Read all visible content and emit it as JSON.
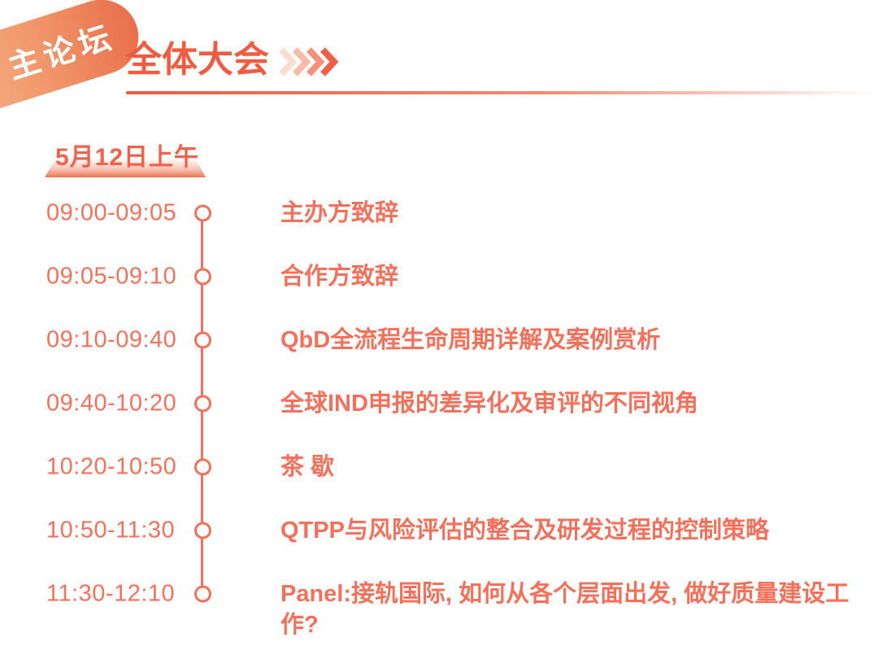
{
  "badge": {
    "label": "主论坛"
  },
  "header": {
    "title": "全体大会",
    "chevron_icon": "triple-chevron-right"
  },
  "section": {
    "date_label": "5月12日上午"
  },
  "schedule": [
    {
      "time": "09:00-09:05",
      "title": "主办方致辞"
    },
    {
      "time": "09:05-09:10",
      "title": "合作方致辞"
    },
    {
      "time": "09:10-09:40",
      "title": "QbD全流程生命周期详解及案例赏析"
    },
    {
      "time": "09:40-10:20",
      "title": "全球IND申报的差异化及审评的不同视角"
    },
    {
      "time": "10:20-10:50",
      "title": "茶 歇"
    },
    {
      "time": "10:50-11:30",
      "title": "QTPP与风险评估的整合及研发过程的控制策略"
    },
    {
      "time": "11:30-12:10",
      "title": "Panel:接轨国际, 如何从各个层面出发, 做好质量建设工作?"
    }
  ],
  "colors": {
    "accent": "#F4705A",
    "header_title": "#F15C41",
    "date_label": "#F2624A",
    "badge_gradient_start": "#F6B68C",
    "badge_gradient_end": "#E96F4B",
    "background": "#FFFFFF"
  }
}
